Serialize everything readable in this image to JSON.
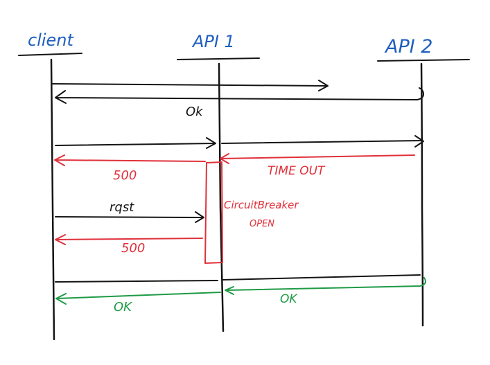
{
  "colors": {
    "black": "#141414",
    "blue": "#1f5fbf",
    "red": "#e0303a",
    "green": "#1e9a45"
  },
  "participants": {
    "client": "client",
    "api1": "API 1",
    "api2": "API 2"
  },
  "messages": {
    "ok_api2": "Ok",
    "err_client_1": "500",
    "timeout": "TIME OUT",
    "request": "rqst",
    "err_client_2": "500",
    "ok_green_left": "OK",
    "ok_green_right": "OK"
  },
  "circuit_breaker": {
    "label": "CircuitBreaker",
    "state": "OPEN"
  }
}
